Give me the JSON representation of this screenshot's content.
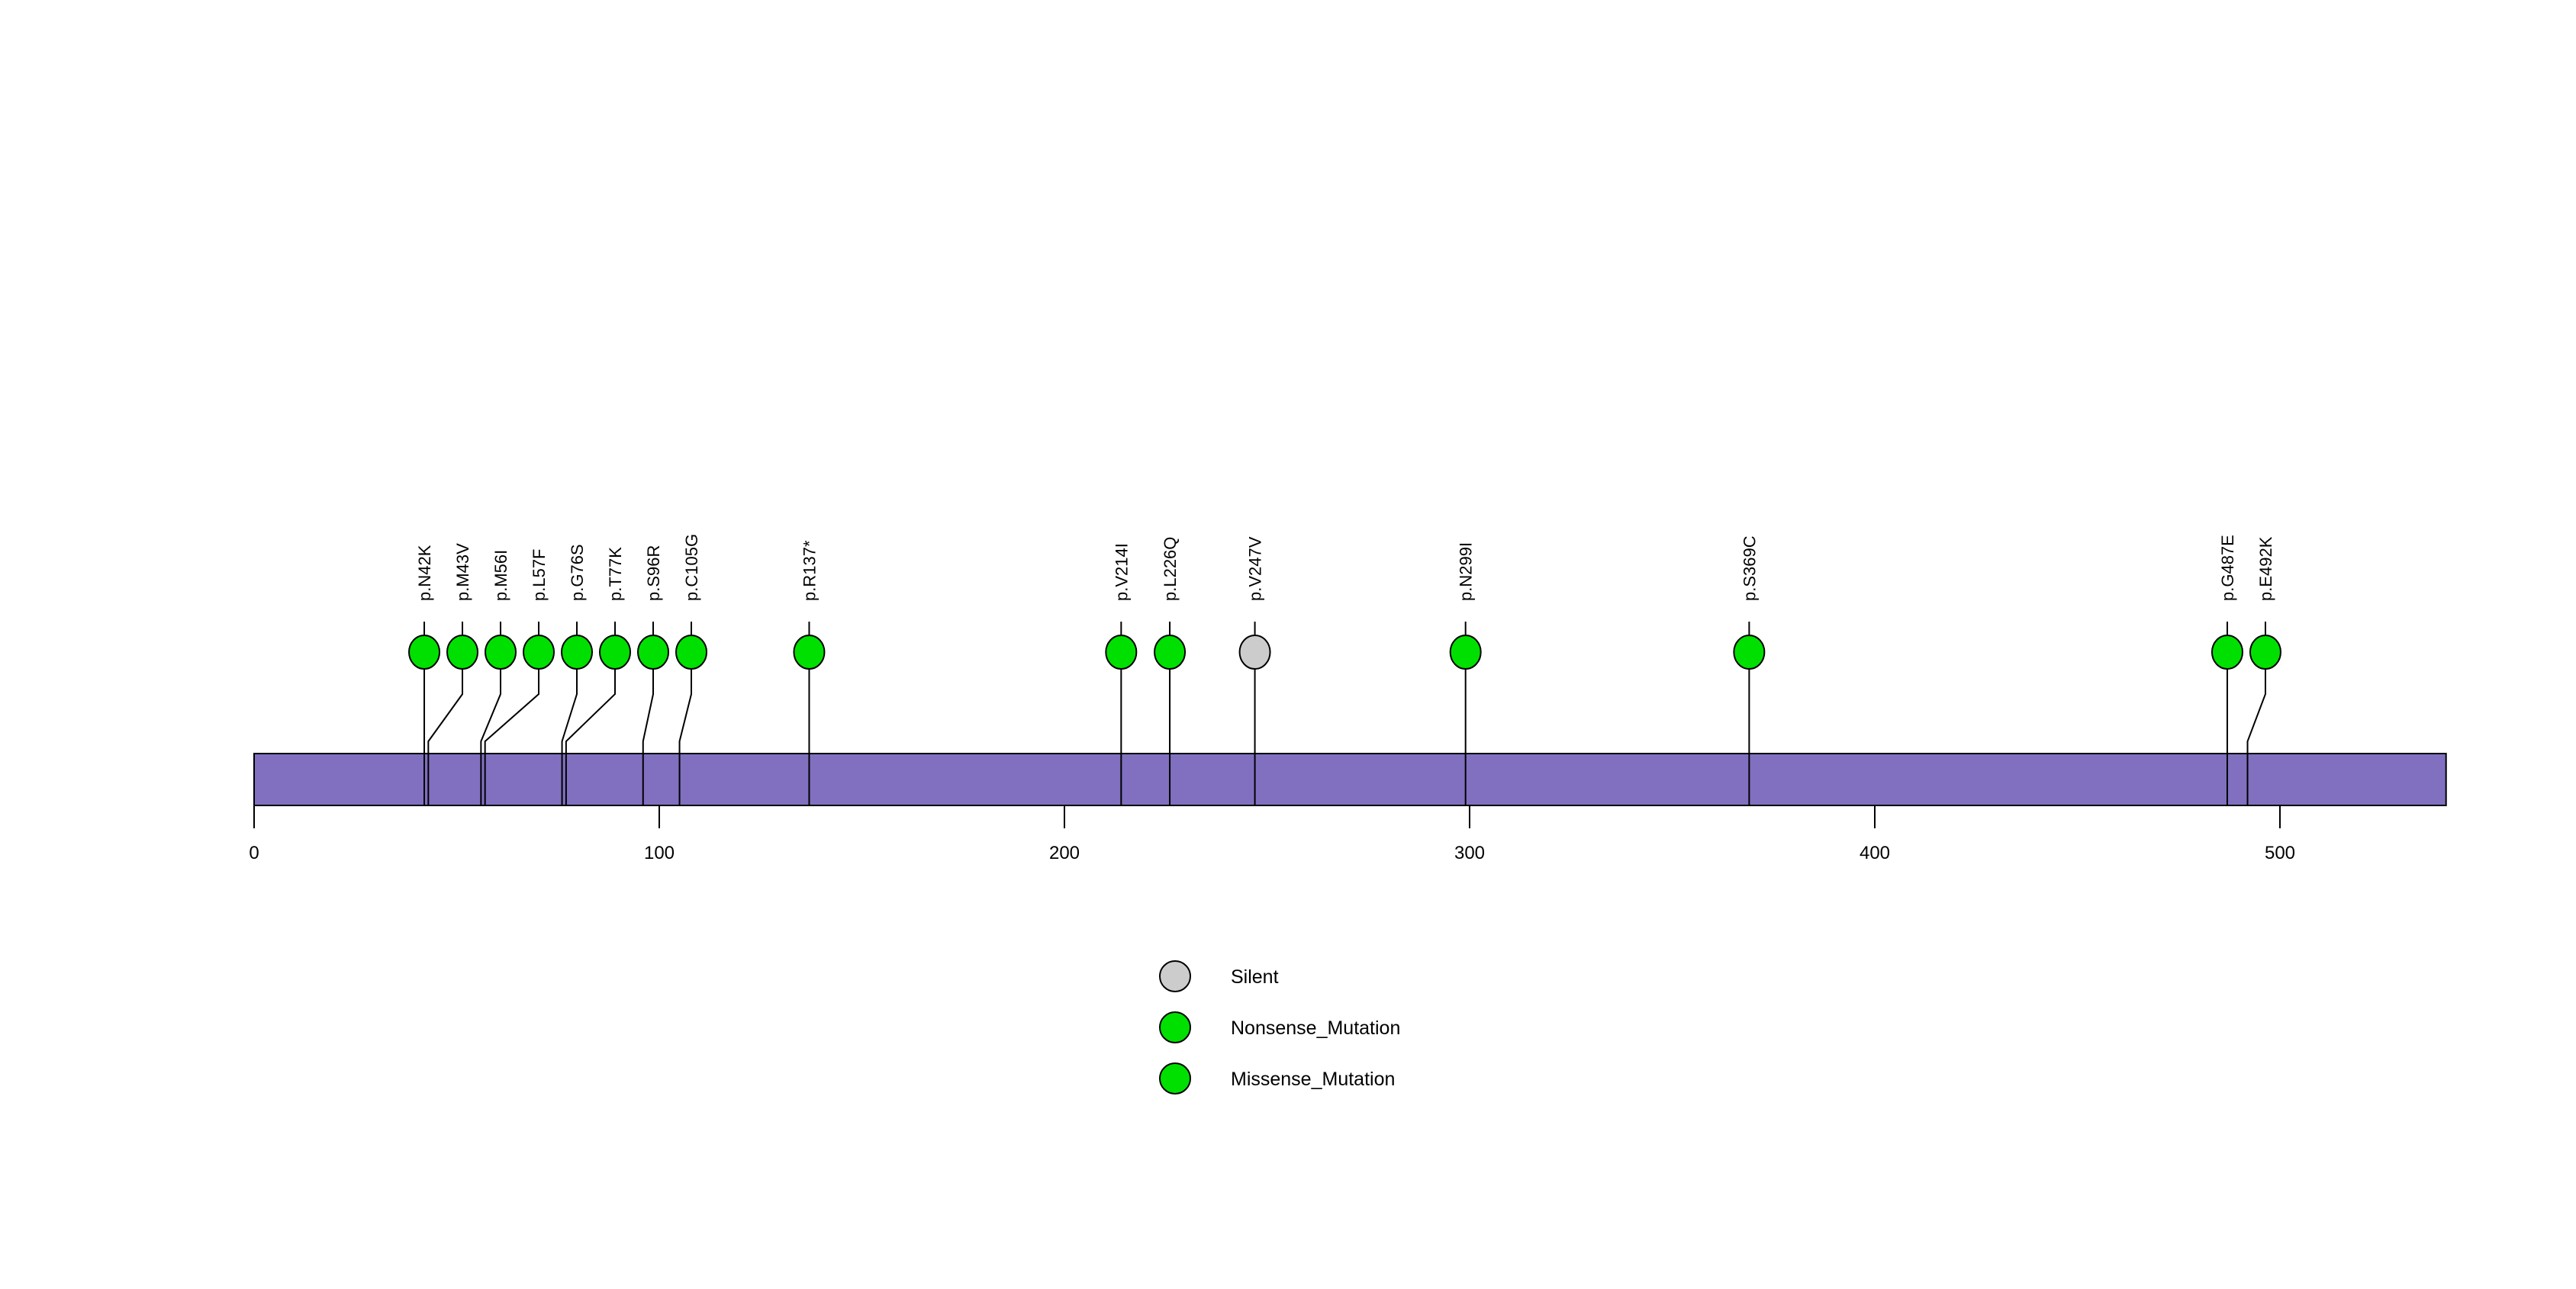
{
  "chart_data": {
    "type": "lollipop",
    "title": "",
    "xlabel": "",
    "ylabel": "",
    "xlim": [
      0,
      541
    ],
    "grid": false,
    "legend_position": "bottom-center",
    "protein": {
      "name": "",
      "length": 541,
      "bar_color": "#8170C0",
      "bar_border_color": "#000000"
    },
    "axis": {
      "ticks": [
        0,
        100,
        200,
        300,
        400,
        500
      ],
      "tick_labels": [
        "0",
        "100",
        "200",
        "300",
        "400",
        "500"
      ]
    },
    "mutations": [
      {
        "label": "p.N42K",
        "position": 42,
        "type": "Missense_Mutation",
        "color": "#00E000",
        "slot": 0
      },
      {
        "label": "p.M43V",
        "position": 43,
        "type": "Missense_Mutation",
        "color": "#00E000",
        "slot": 1
      },
      {
        "label": "p.M56I",
        "position": 56,
        "type": "Missense_Mutation",
        "color": "#00E000",
        "slot": 2
      },
      {
        "label": "p.L57F",
        "position": 57,
        "type": "Missense_Mutation",
        "color": "#00E000",
        "slot": 3
      },
      {
        "label": "p.G76S",
        "position": 76,
        "type": "Missense_Mutation",
        "color": "#00E000",
        "slot": 4
      },
      {
        "label": "p.T77K",
        "position": 77,
        "type": "Missense_Mutation",
        "color": "#00E000",
        "slot": 5
      },
      {
        "label": "p.S96R",
        "position": 96,
        "type": "Missense_Mutation",
        "color": "#00E000",
        "slot": 6
      },
      {
        "label": "p.C105G",
        "position": 105,
        "type": "Missense_Mutation",
        "color": "#00E000",
        "slot": 7
      },
      {
        "label": "p.R137*",
        "position": 137,
        "type": "Nonsense_Mutation",
        "color": "#00E000",
        "slot": 8
      },
      {
        "label": "p.V214I",
        "position": 214,
        "type": "Missense_Mutation",
        "color": "#00E000",
        "slot": 9
      },
      {
        "label": "p.L226Q",
        "position": 226,
        "type": "Missense_Mutation",
        "color": "#00E000",
        "slot": 10
      },
      {
        "label": "p.V247V",
        "position": 247,
        "type": "Silent",
        "color": "#CCCCCC",
        "slot": 11
      },
      {
        "label": "p.N299I",
        "position": 299,
        "type": "Missense_Mutation",
        "color": "#00E000",
        "slot": 12
      },
      {
        "label": "p.S369C",
        "position": 369,
        "type": "Missense_Mutation",
        "color": "#00E000",
        "slot": 13
      },
      {
        "label": "p.G487E",
        "position": 487,
        "type": "Missense_Mutation",
        "color": "#00E000",
        "slot": 14
      },
      {
        "label": "p.E492K",
        "position": 492,
        "type": "Missense_Mutation",
        "color": "#00E000",
        "slot": 15
      }
    ],
    "legend": {
      "entries": [
        {
          "label": "Silent",
          "color": "#CCCCCC"
        },
        {
          "label": "Nonsense_Mutation",
          "color": "#00E000"
        },
        {
          "label": "Missense_Mutation",
          "color": "#00E000"
        }
      ]
    }
  }
}
